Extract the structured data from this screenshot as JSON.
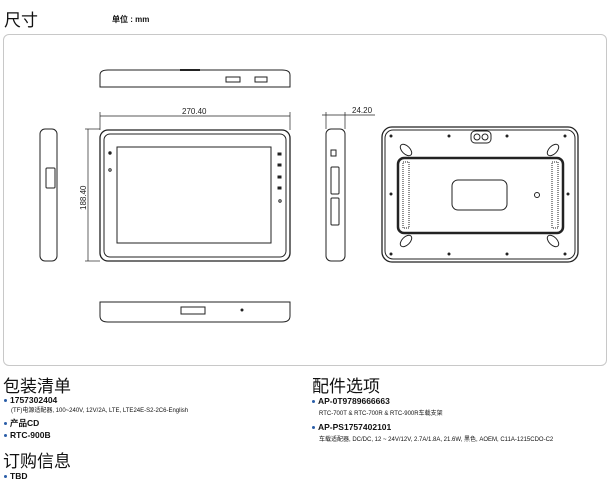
{
  "dimensions": {
    "title": "尺寸",
    "unit_label": "单位 : mm",
    "width_label": "270.40",
    "height_label": "188.40",
    "depth_label": "24.20"
  },
  "package": {
    "title": "包装清单",
    "items": [
      {
        "label": "1757302404",
        "desc": "(TF)电源适配器, 100~240V, 12V/2A, LTE, LTE24E-S2-2C6-English"
      },
      {
        "label": "产品CD"
      },
      {
        "label": "RTC-900B"
      }
    ]
  },
  "ordering": {
    "title": "订购信息",
    "items": [
      {
        "label": "TBD"
      }
    ]
  },
  "accessories": {
    "title": "配件选项",
    "items": [
      {
        "label": "AP-0T9789666663",
        "desc": "RTC-700T & RTC-700R & RTC-900R车载支架"
      },
      {
        "label": "AP-PS1757402101",
        "desc": "车载适配器, DC/DC, 12 ~ 24V/12V, 2.7A/1.8A, 21.6W, 黑色, AOEM, C11A-1215CDO-C2"
      }
    ]
  }
}
